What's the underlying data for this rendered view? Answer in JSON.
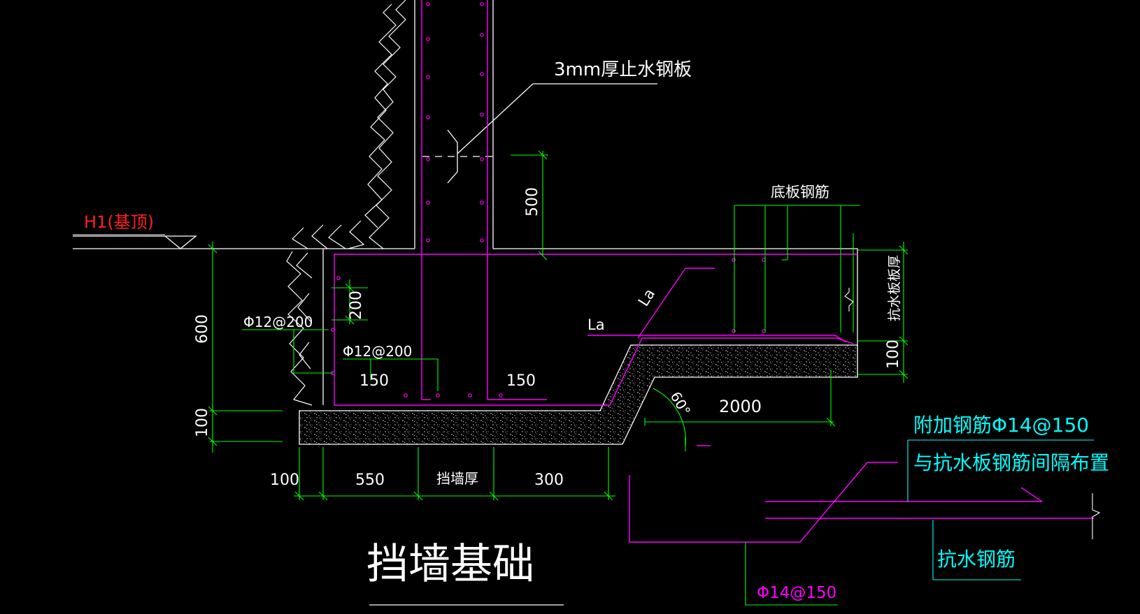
{
  "colors": {
    "background": "#000000",
    "outline": "#ffffff",
    "rebar": "#ff00ff",
    "dimension": "#00ff00",
    "label_red": "#ff2020",
    "label_cyan": "#00ffff",
    "concrete_fill": "#e6e6e6"
  },
  "labels": {
    "waterstop": "3mm厚止水钢板",
    "elevation": "H1(基顶)",
    "bottom_slab_rebar": "底板钢筋",
    "anti_float_thickness": "抗水板板厚",
    "rebar_a": "Φ12@200",
    "rebar_b": "Φ12@200",
    "la_sloped": "La",
    "la_horizontal": "La",
    "angle": "60°",
    "additional_rebar_line1": "附加钢筋Φ14@150",
    "additional_rebar_line2": "与抗水板钢筋间隔布置",
    "anti_float_rebar": "抗水钢筋",
    "rebar_bottom": "Φ14@150",
    "title": "挡墙基础"
  },
  "dimensions": {
    "d500": "500",
    "d600": "600",
    "d100_left": "100",
    "d200": "200",
    "d150_a": "150",
    "d150_b": "150",
    "d2000": "2000",
    "d100_right": "100",
    "d100_bottom": "100",
    "d550": "550",
    "wall_thickness": "挡墙厚",
    "d300": "300"
  }
}
